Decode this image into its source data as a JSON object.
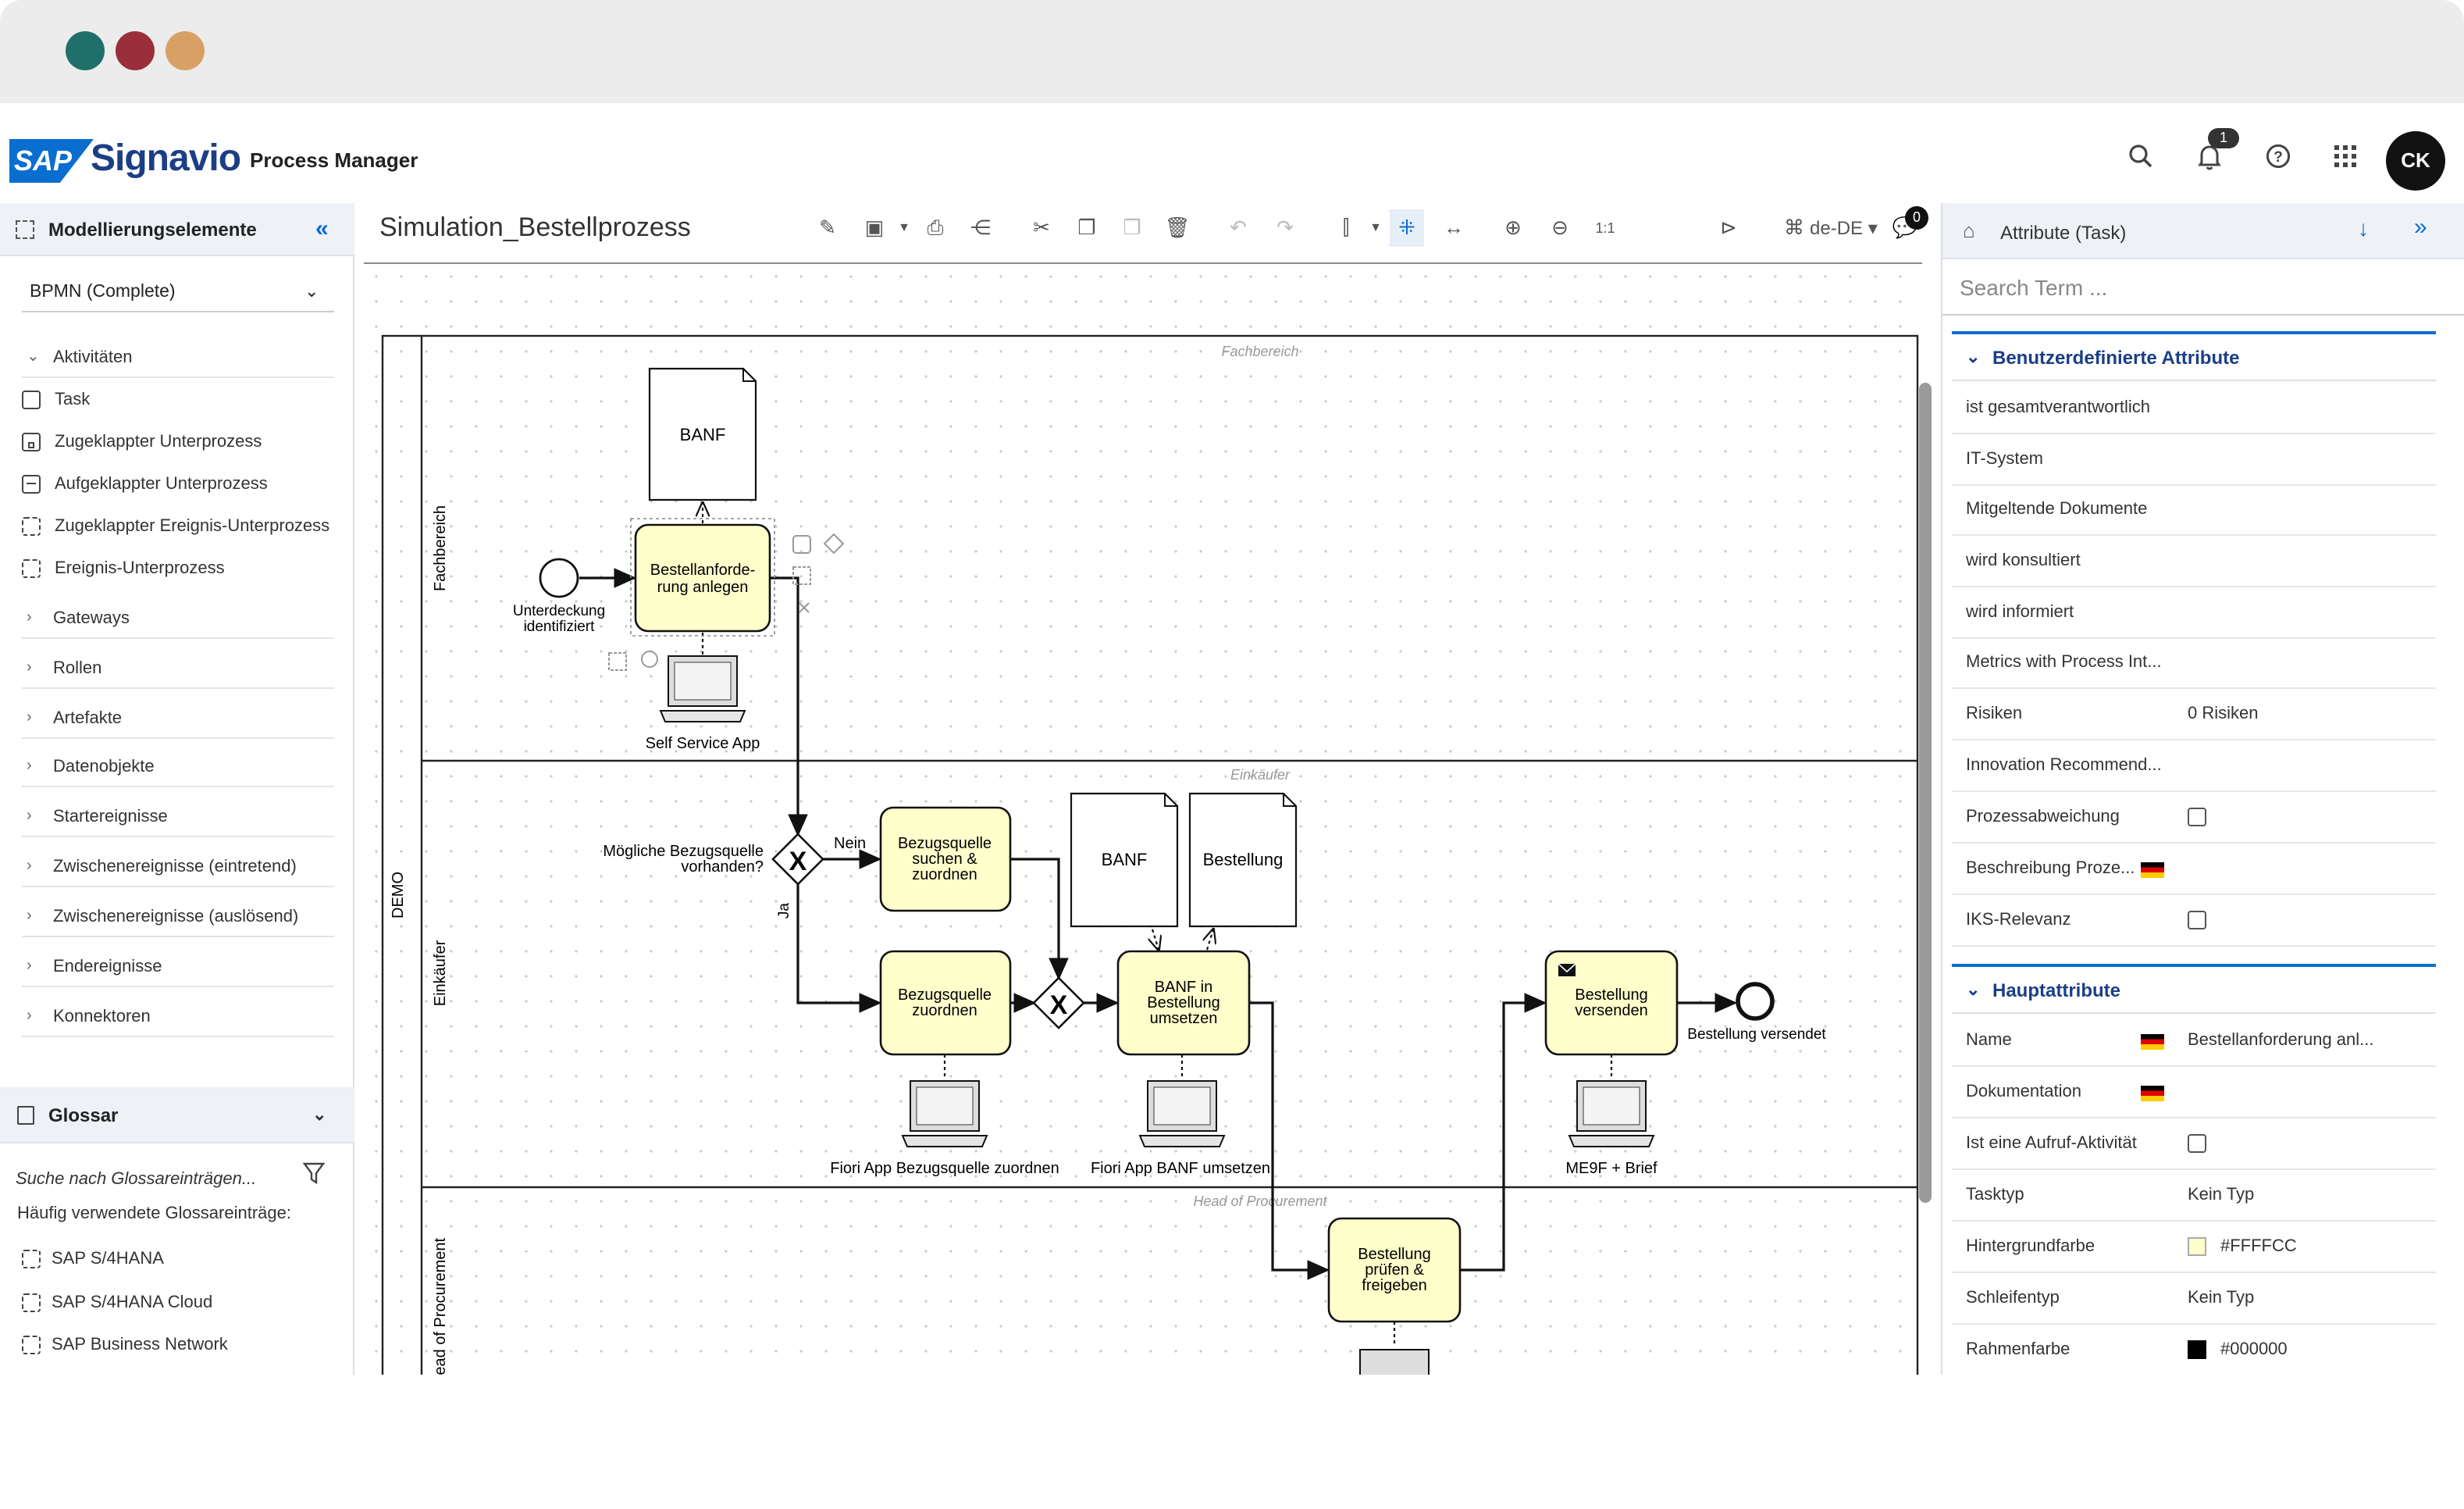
{
  "header": {
    "logo_sap": "SAP",
    "logo_signavio": "Signavio",
    "product": "Process Manager",
    "notification_count": "1",
    "avatar": "CK"
  },
  "left_panel": {
    "title": "Modellierungselemente",
    "collapse": "«",
    "palette_select": "BPMN (Complete)",
    "category_open": "Aktivitäten",
    "activities": [
      "Task",
      "Zugeklappter Unterprozess",
      "Aufgeklappter Unterprozess",
      "Zugeklappter Ereignis-Unterprozess",
      "Ereignis-Unterprozess"
    ],
    "categories": [
      "Gateways",
      "Rollen",
      "Artefakte",
      "Datenobjekte",
      "Startereignisse",
      "Zwischenereignisse (eintretend)",
      "Zwischenereignisse (auslösend)",
      "Endereignisse",
      "Konnektoren"
    ]
  },
  "glossary": {
    "title": "Glossar",
    "search_placeholder": "Suche nach Glossareinträgen...",
    "frequent_label": "Häufig verwendete Glossareinträge:",
    "items": [
      "SAP S/4HANA",
      "SAP S/4HANA Cloud",
      "SAP Business Network"
    ]
  },
  "canvas": {
    "title": "Simulation_Bestellprozess",
    "language": "de-DE",
    "comment_count": "0",
    "pool_label": "DEMO",
    "lanes": [
      {
        "label": "Fachbereich",
        "watermark": "Fachbereich"
      },
      {
        "label": "Einkäufer",
        "watermark": "Einkäufer"
      },
      {
        "label": "Head of Procurement",
        "watermark": "Head of Procurement"
      }
    ],
    "tasks": {
      "t1": [
        "Bestellanforde-",
        "rung anlegen"
      ],
      "t2": [
        "Bezugsquelle",
        "suchen &",
        "zuordnen"
      ],
      "t3": [
        "Bezugsquelle",
        "zuordnen"
      ],
      "t4": [
        "BANF in",
        "Bestellung",
        "umsetzen"
      ],
      "t5": [
        "Bestellung",
        "versenden"
      ],
      "t6": [
        "Bestellung",
        "prüfen &",
        "freigeben"
      ]
    },
    "documents": {
      "d1": "BANF",
      "d2": "BANF",
      "d3": "Bestellung"
    },
    "systems": {
      "s1": "Self Service App",
      "s2": "Fiori App Bezugsquelle zuordnen",
      "s3": "Fiori App BANF umsetzen",
      "s4": "ME9F + Brief"
    },
    "events": {
      "start": [
        "Unterdeckung",
        "identifiziert"
      ],
      "end": "Bestellung versendet"
    },
    "gateway_label": [
      "Mögliche Bezugsquelle",
      "vorhanden?"
    ],
    "flow_no": "Nein",
    "flow_yes": "Ja"
  },
  "right_panel": {
    "title": "Attribute (Task)",
    "search_placeholder": "Search Term ...",
    "custom_section": "Benutzerdefinierte Attribute",
    "custom_rows": [
      {
        "label": "ist gesamtverantwortlich",
        "value": ""
      },
      {
        "label": "IT-System",
        "value": ""
      },
      {
        "label": "Mitgeltende Dokumente",
        "value": ""
      },
      {
        "label": "wird konsultiert",
        "value": ""
      },
      {
        "label": "wird informiert",
        "value": ""
      },
      {
        "label": "Metrics with Process Int...",
        "value": ""
      },
      {
        "label": "Risiken",
        "value": "0 Risiken"
      },
      {
        "label": "Innovation Recommend...",
        "value": ""
      },
      {
        "label": "Prozessabweichung",
        "value": ""
      },
      {
        "label": "Beschreibung Proze...",
        "value": ""
      },
      {
        "label": "IKS-Relevanz",
        "value": ""
      }
    ],
    "main_section": "Hauptattribute",
    "main_rows": [
      {
        "label": "Name",
        "value": "Bestellanforderung anl..."
      },
      {
        "label": "Dokumentation",
        "value": ""
      },
      {
        "label": "Ist eine Aufruf-Aktivität",
        "value": ""
      },
      {
        "label": "Tasktyp",
        "value": "Kein Typ"
      },
      {
        "label": "Hintergrundfarbe",
        "value": "#FFFFCC"
      },
      {
        "label": "Schleifentyp",
        "value": "Kein Typ"
      },
      {
        "label": "Rahmenfarbe",
        "value": "#000000"
      }
    ]
  },
  "colors": {
    "accent": "#0a6ed1",
    "task_fill": "#FFFFCC",
    "brand": "#1b3e86"
  }
}
